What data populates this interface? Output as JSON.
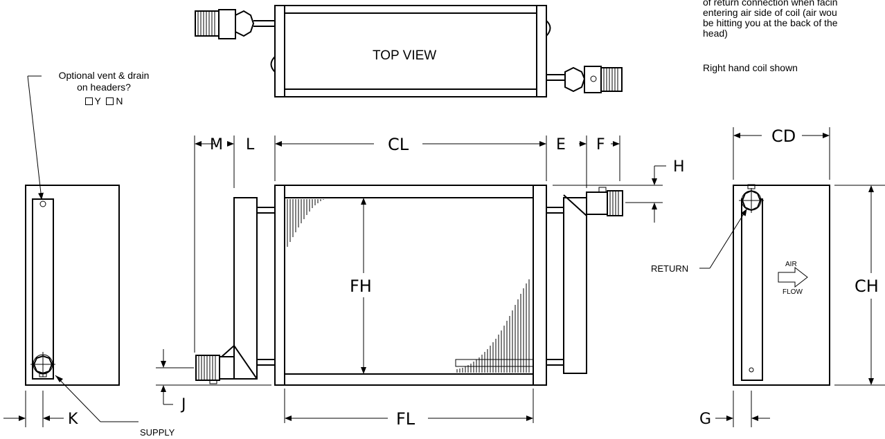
{
  "notes": {
    "line1": "of return connection when facin",
    "line2": "entering air side of coil (air wou",
    "line3": "be hitting you at the back of the",
    "line4": "head)",
    "shown": "Right hand coil shown"
  },
  "option": {
    "question_line1": "Optional vent & drain",
    "question_line2": "on headers?",
    "yes_label": "Y",
    "no_label": "N"
  },
  "views": {
    "top_view": "TOP VIEW"
  },
  "dimensions": {
    "M": "M",
    "L": "L",
    "CL": "CL",
    "E": "E",
    "F": "F",
    "H": "H",
    "FH": "FH",
    "J": "J",
    "FL": "FL",
    "K": "K",
    "G": "G",
    "CD": "CD",
    "CH": "CH"
  },
  "callouts": {
    "return": "RETURN",
    "supply": "SUPPLY",
    "air": "AIR",
    "flow": "FLOW"
  }
}
